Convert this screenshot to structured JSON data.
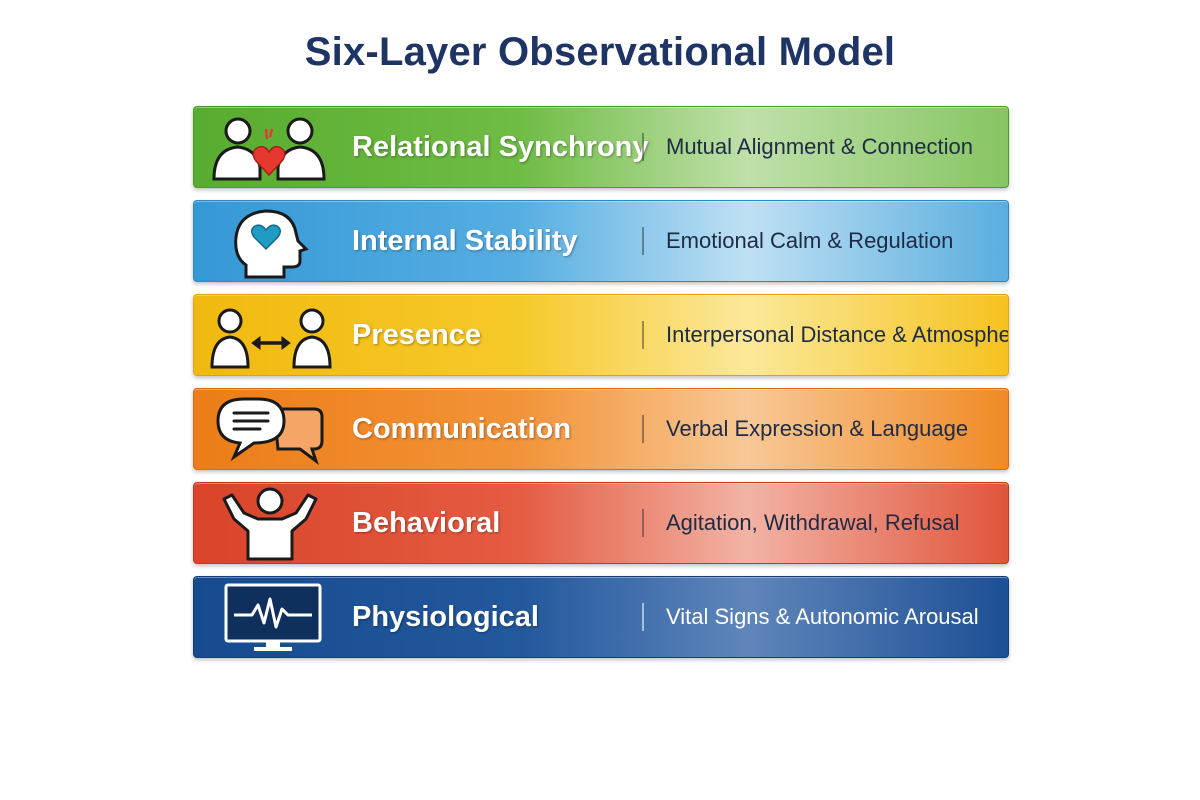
{
  "title": "Six-Layer Observational Model",
  "layers": [
    {
      "name": "Relational Synchrony",
      "description": "Mutual Alignment & Connection",
      "color": "#58ac2f",
      "icon": "two-people-heart-icon"
    },
    {
      "name": "Internal Stability",
      "description": "Emotional Calm & Regulation",
      "color": "#3598d6",
      "icon": "head-heart-icon"
    },
    {
      "name": "Presence",
      "description": "Interpersonal Distance & Atmosphere",
      "color": "#f1b90f",
      "icon": "people-distance-icon"
    },
    {
      "name": "Communication",
      "description": "Verbal Expression & Language",
      "color": "#ec7d17",
      "icon": "speech-bubbles-icon"
    },
    {
      "name": "Behavioral",
      "description": "Agitation, Withdrawal, Refusal",
      "color": "#d9442a",
      "icon": "person-arms-raised-icon"
    },
    {
      "name": "Physiological",
      "description": "Vital Signs & Autonomic Arousal",
      "color": "#174b90",
      "icon": "heart-monitor-icon"
    }
  ]
}
